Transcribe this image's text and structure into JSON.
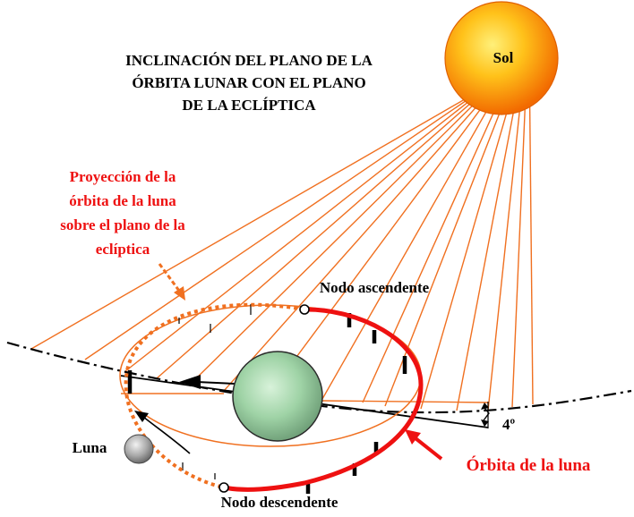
{
  "title": {
    "line1": "INCLINACIÓN DEL PLANO DE LA",
    "line2": "ÓRBITA LUNAR CON EL PLANO",
    "line3": "DE LA ECLÍPTICA"
  },
  "sun_label": "Sol",
  "projection_label": {
    "line1": "Proyección de la",
    "line2": "órbita de la luna",
    "line3": "sobre el plano de la",
    "line4": "eclíptica"
  },
  "ascending_node_label": "Nodo ascendente",
  "descending_node_label": "Nodo descendente",
  "moon_label": "Luna",
  "orbit_label": "Órbita de la luna",
  "angle_label": "4º",
  "colors": {
    "red": "#ee1111",
    "orange": "#f07020",
    "sun_core": "#ffd21a",
    "sun_edge": "#f26a00",
    "earth": "#8fc79a",
    "moon": "#9a9a9a"
  }
}
